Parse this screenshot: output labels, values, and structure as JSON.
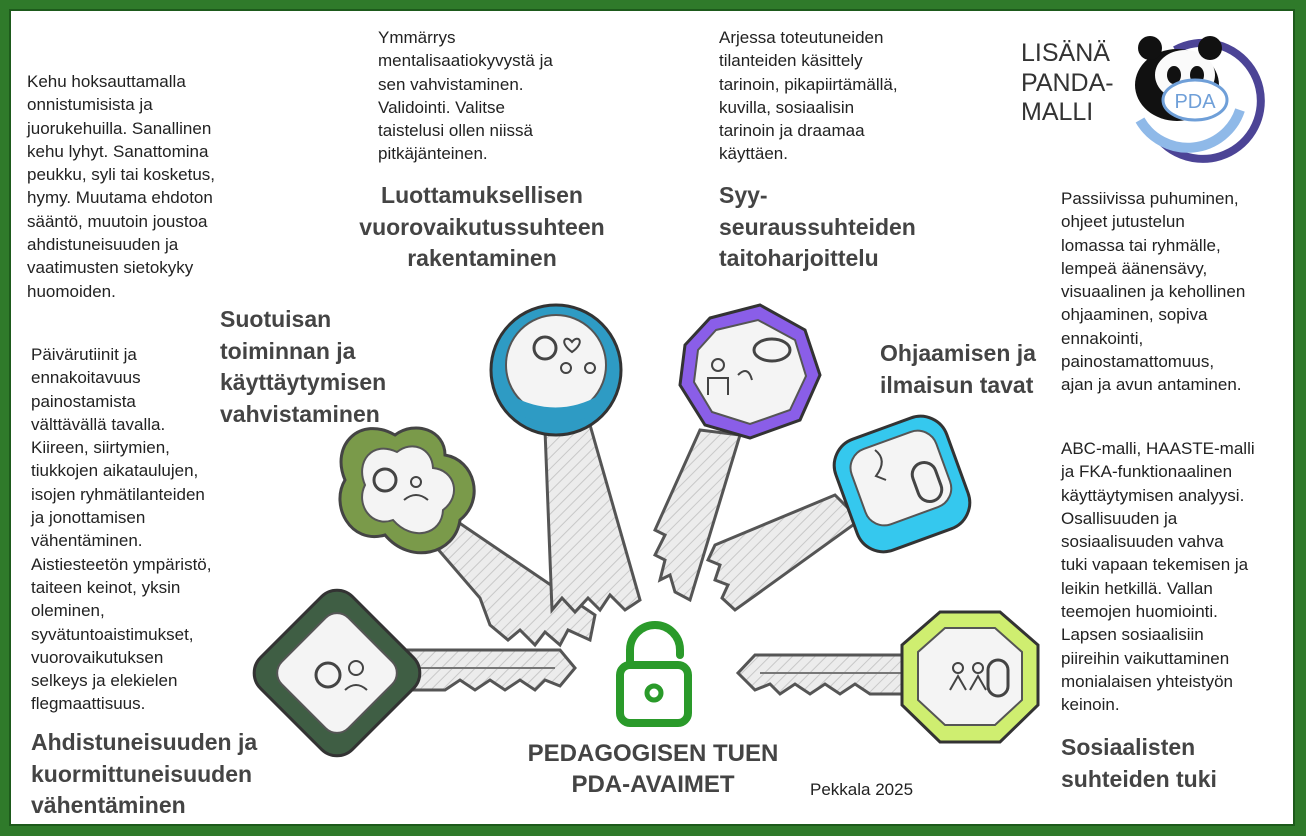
{
  "logo": {
    "lines": [
      "LISÄNÄ",
      "PANDA-",
      "MALLI"
    ],
    "badge_text": "PDA"
  },
  "main_title": {
    "lines": [
      "PEDAGOGISEN TUEN",
      "PDA-AVAIMET"
    ]
  },
  "credit": "Pekkala 2025",
  "colors": {
    "frame": "#2f7a2a",
    "lock": "#2a9a2a",
    "key_dark_green": "#3f5e44",
    "key_olive": "#7a9a4a",
    "key_teal_blue": "#2e9bc4",
    "key_purple": "#8a5ee8",
    "key_cyan": "#35c8ee",
    "key_lime": "#cfee70",
    "badge_blue": "#6f9fd8"
  },
  "sections": {
    "rakentaminen": {
      "heading": [
        "Luottamuksellisen",
        "vuorovaikutussuhteen",
        "rakentaminen"
      ],
      "text": [
        "Ymmärrys",
        "mentalisaatiokyvystä ja",
        "sen vahvistaminen.",
        "Validointi. Valitse",
        "taistelusi ollen niissä",
        "pitkäjänteinen."
      ]
    },
    "syy": {
      "heading": [
        "Syy-",
        "seuraussuhteiden",
        "taitoharjoittelu"
      ],
      "text": [
        "Arjessa toteutuneiden",
        "tilanteiden käsittely",
        "tarinoin, pikapiirtämällä,",
        "kuvilla, sosiaalisin",
        "tarinoin ja draamaa",
        "käyttäen."
      ]
    },
    "suotuisan": {
      "heading": [
        "Suotuisan",
        "toiminnan ja",
        "käyttäytymisen",
        "vahvistaminen"
      ],
      "text": [
        "Kehu hoksauttamalla",
        "onnistumisista ja",
        "juorukehuilla. Sanallinen",
        "kehu lyhyt. Sanattomina",
        "peukku, syli tai kosketus,",
        "hymy. Muutama ehdoton",
        "sääntö, muutoin joustoa",
        "ahdistuneisuuden ja",
        "vaatimusten sietokyky",
        "huomoiden."
      ]
    },
    "ohjaamisen": {
      "heading": [
        "Ohjaamisen ja",
        "ilmaisun tavat"
      ],
      "text": [
        "Passiivissa puhuminen,",
        "ohjeet jutustelun",
        "lomassa tai ryhmälle,",
        "lempeä äänensävy,",
        "visuaalinen ja kehollinen",
        "ohjaaminen, sopiva",
        "ennakointi,",
        "painostamattomuus,",
        "ajan ja avun antaminen."
      ]
    },
    "ahdistuneisuuden": {
      "heading": [
        "Ahdistuneisuuden ja",
        "kuormittuneisuuden",
        "vähentäminen"
      ],
      "text": [
        "Päivärutiinit ja",
        "ennakoitavuus",
        "painostamista",
        "välttävällä tavalla.",
        "Kiireen, siirtymien,",
        "tiukkojen aikataulujen,",
        "isojen ryhmätilanteiden",
        "ja jonottamisen",
        "vähentäminen.",
        "Aistiesteetön ympäristö,",
        "taiteen keinot, yksin",
        "oleminen,",
        "syvätuntoaistimukset,",
        "vuorovaikutuksen",
        "selkeys ja elekielen",
        "flegmaattisuus."
      ]
    },
    "sosiaalisten": {
      "heading": [
        "Sosiaalisten",
        "suhteiden tuki"
      ],
      "text": [
        "ABC-malli, HAASTE-malli",
        "ja FKA-funktionaalinen",
        "käyttäytymisen analyysi.",
        "Osallisuuden ja",
        "sosiaalisuuden vahva",
        "tuki vapaan tekemisen ja",
        "leikin hetkillä. Vallan",
        "teemojen huomiointi.",
        "Lapsen sosiaalisiin",
        "piireihin vaikuttaminen",
        "monialaisen yhteistyön",
        "keinoin."
      ]
    }
  }
}
